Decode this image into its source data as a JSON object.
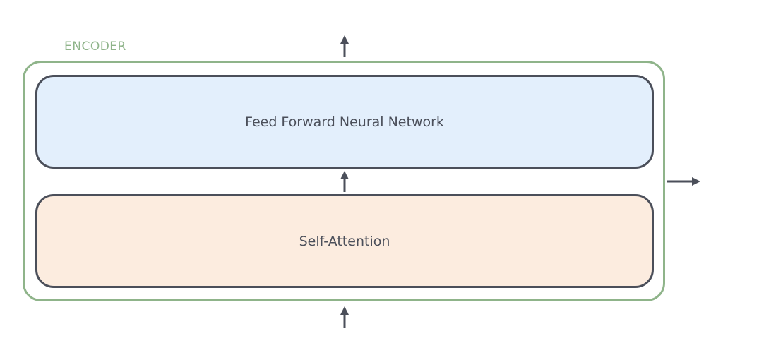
{
  "encoder": {
    "label": "ENCODER",
    "border_color": "#8fb48a",
    "label_color": "#8fb48a"
  },
  "layers": {
    "feed_forward": {
      "label": "Feed Forward Neural Network",
      "fill_color": "#e3effc"
    },
    "self_attention": {
      "label": "Self-Attention",
      "fill_color": "#fcecdf"
    }
  },
  "colors": {
    "layer_border": "#4b4f5a",
    "arrow": "#4b4f5a"
  }
}
